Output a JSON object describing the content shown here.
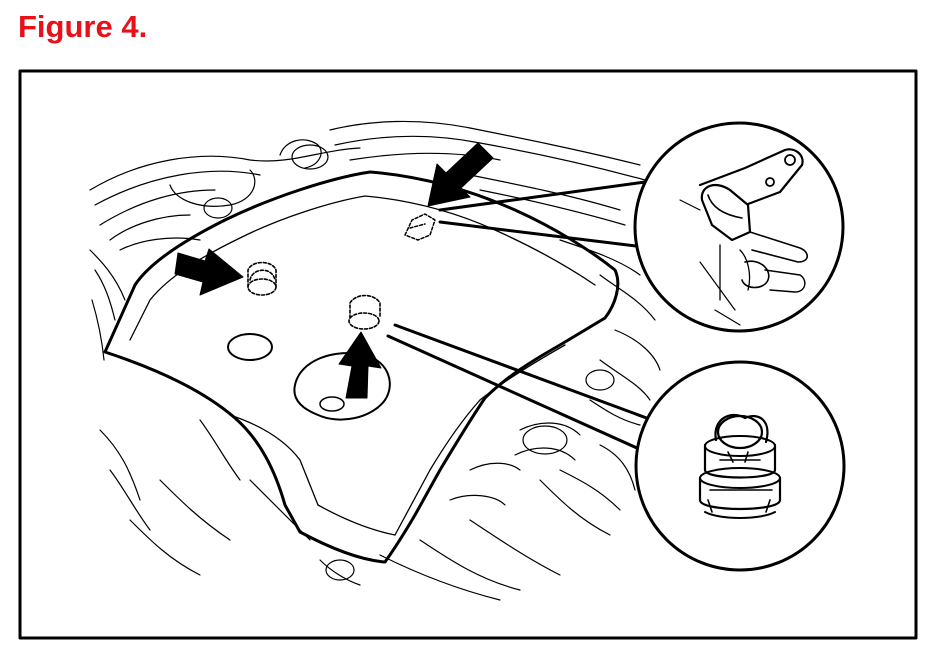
{
  "figure": {
    "title": "Figure 4.",
    "title_color": "#e8111a"
  },
  "illustration": {
    "subject": "engine-cover-removal",
    "line_color": "#000000",
    "callouts": [
      "clip-detail",
      "grommet-detail"
    ],
    "arrows": [
      "clip-arrow",
      "left-grommet-arrow",
      "center-grommet-arrow"
    ]
  }
}
